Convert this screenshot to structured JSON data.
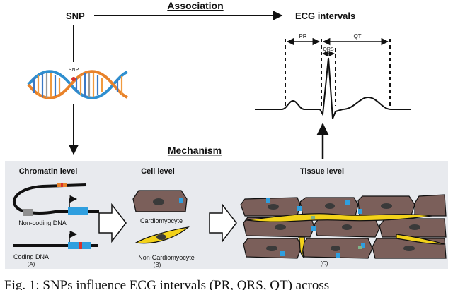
{
  "top": {
    "snp_label": "SNP",
    "association_label": "Association",
    "ecg_label": "ECG intervals"
  },
  "ecg": {
    "pr_label": "PR",
    "qrs_label": "QRS",
    "qt_label": "QT"
  },
  "dna_icon_label": "SNP",
  "mechanism_label": "Mechanism",
  "panels": {
    "chromatin": {
      "title": "Chromatin level",
      "noncoding_label": "Non-coding DNA",
      "coding_label": "Coding DNA",
      "tag": "(A)"
    },
    "cell": {
      "title": "Cell level",
      "cardio_label": "Cardiomyocyte",
      "noncardio_label": "Non-Cardiomyocyte",
      "tag": "(B)"
    },
    "tissue": {
      "title": "Tissue level",
      "tag": "(C)"
    }
  },
  "caption": "Fig. 1: SNPs influence ECG intervals (PR, QRS, QT) across",
  "colors": {
    "cell_brown": "#7b5f5a",
    "nucleus": "#3a3a3a",
    "fibroblast_yellow": "#f3d21a",
    "panel_bg": "#e8eaee",
    "dna_blue": "#2f8fcf",
    "dna_orange": "#e8822a"
  }
}
